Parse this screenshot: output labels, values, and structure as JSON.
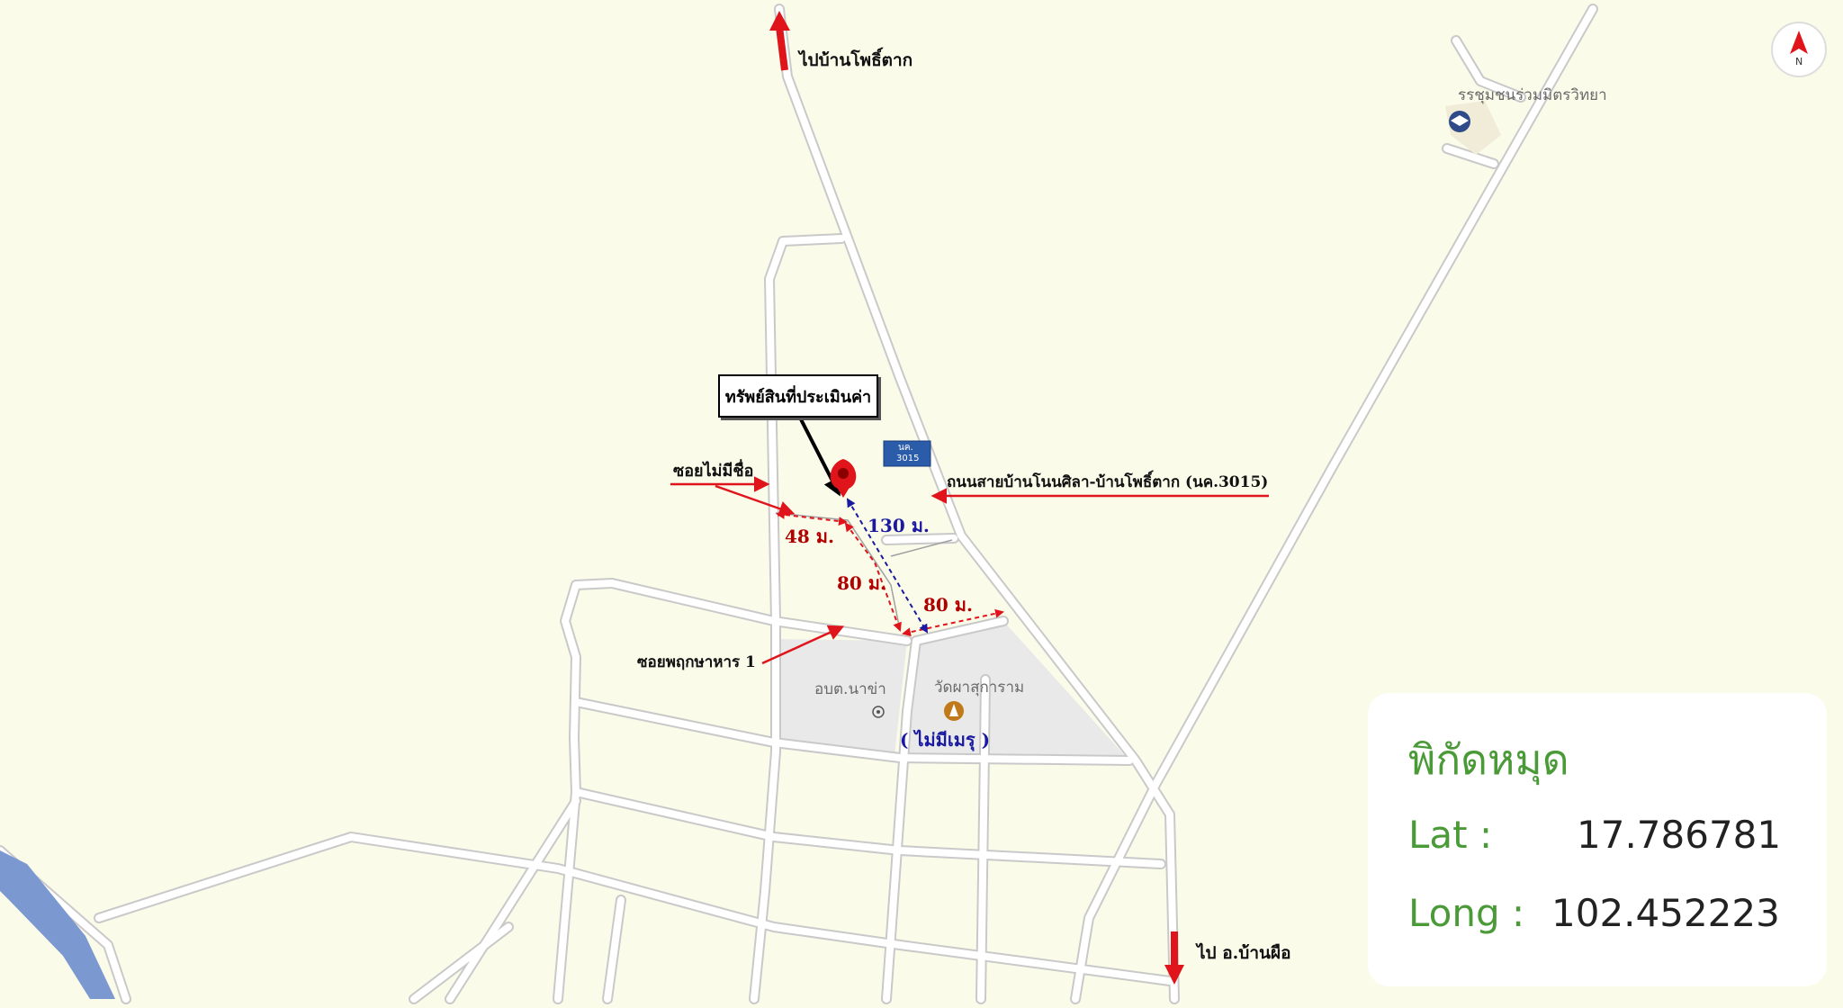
{
  "map": {
    "callout_label": "ทรัพย์สินที่ประเมินค่า",
    "labels": {
      "to_north": "ไปบ้านโพธิ์ตาก",
      "to_south": "ไป อ.บ้านผือ",
      "main_road": "ถนนสายบ้านโนนศิลา-บ้านโพธิ์ตาก (นค.3015)",
      "soi_unnamed": "ซอยไม่มีชื่อ",
      "soi_phruksa": "ซอยพฤกษาหาร 1",
      "no_crematorium": "( ไม่มีเมรุ )"
    },
    "places": {
      "school": "รรชุมชนร่วมมิตรวิทยา",
      "tambon_office": "อบต.นาข่า",
      "temple": "วัดผาสุการาม"
    },
    "distances": {
      "d48": "48  ม.",
      "d80a": "80 ม.",
      "d80b": "80 ม.",
      "d130": "130 ม."
    },
    "road_sign": {
      "line1": "นค.",
      "line2": "3015"
    },
    "north_letter": "N"
  },
  "coordinates": {
    "title": "พิกัดหมุด",
    "lat_label": "Lat :",
    "lat_value": "17.786781",
    "long_label": "Long :",
    "long_value": "102.452223"
  },
  "colors": {
    "background": "#fbfbea",
    "road": "#ffffff",
    "road_edge": "#c9c9c9",
    "block": "#e9e9e9",
    "river": "#7b98d0",
    "arrow_red": "#e0141b",
    "dim_blue": "#1a1aa0",
    "pin": "#e0141b",
    "accent_green": "#4a9a38"
  }
}
